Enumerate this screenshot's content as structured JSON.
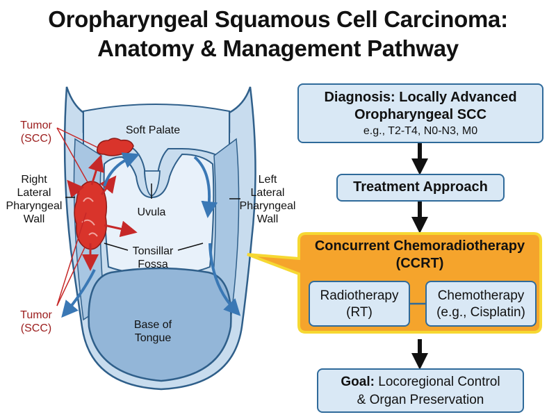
{
  "title": {
    "line1": "Oropharyngeal Squamous Cell Carcinoma:",
    "line2": "Anatomy & Management Pathway"
  },
  "anatomy": {
    "soft_palate": "Soft Palate",
    "uvula": "Uvula",
    "tonsillar_fossa_1": "Tonsillar",
    "tonsillar_fossa_2": "Fossa",
    "base_tongue_1": "Base of",
    "base_tongue_2": "Tongue",
    "right_wall": [
      "Right",
      "Lateral",
      "Pharyngeal",
      "Wall"
    ],
    "left_wall": [
      "Left",
      "Lateral",
      "Pharyngeal",
      "Wall"
    ],
    "tumor_top": [
      "Tumor",
      "(SCC)"
    ],
    "tumor_bottom": [
      "Tumor",
      "(SCC)"
    ]
  },
  "flow": {
    "diagnosis": {
      "line1": "Diagnosis: Locally Advanced",
      "line2": "Oropharyngeal SCC",
      "line3": "e.g., T2-T4, N0-N3, M0"
    },
    "approach": "Treatment Approach",
    "ccrt": {
      "line1": "Concurrent Chemoradiotherapy",
      "line2": "(CCRT)"
    },
    "rt": {
      "line1": "Radiotherapy",
      "line2": "(RT)"
    },
    "chemo": {
      "line1": "Chemotherapy",
      "line2": "(e.g., Cisplatin)"
    },
    "goal": {
      "label": "Goal:",
      "line1": "Locoregional Control",
      "line2": "& Organ Preservation"
    }
  },
  "colors": {
    "box_fill": "#d9e8f5",
    "box_border": "#2f6a9a",
    "ccrt_fill": "#f5a42c",
    "ccrt_border": "#f6d832",
    "tumor": "#d9342b",
    "arrow_red": "#c62828",
    "flow_blue": "#3a78b5"
  }
}
